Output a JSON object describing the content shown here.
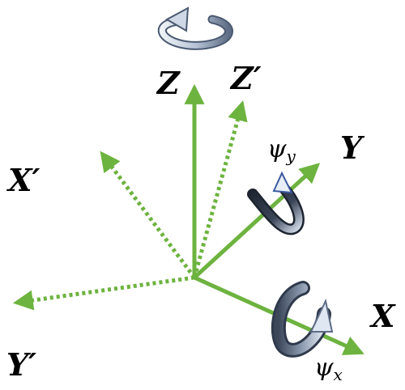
{
  "colors": {
    "axis": "#6db33f",
    "text": "#000000",
    "rotation_dark": "#2f3a4c",
    "rotation_light": "#cfd8e6"
  },
  "labels": {
    "z": "Z",
    "z_prime": "Z′",
    "x": "X",
    "x_prime": "X′",
    "y": "Y",
    "y_prime": "Y′",
    "psi_y_symbol": "ψ",
    "psi_y_sub": "y",
    "psi_x_symbol": "ψ",
    "psi_x_sub": "x"
  },
  "icons": [
    "rotation-arrow-icon"
  ]
}
